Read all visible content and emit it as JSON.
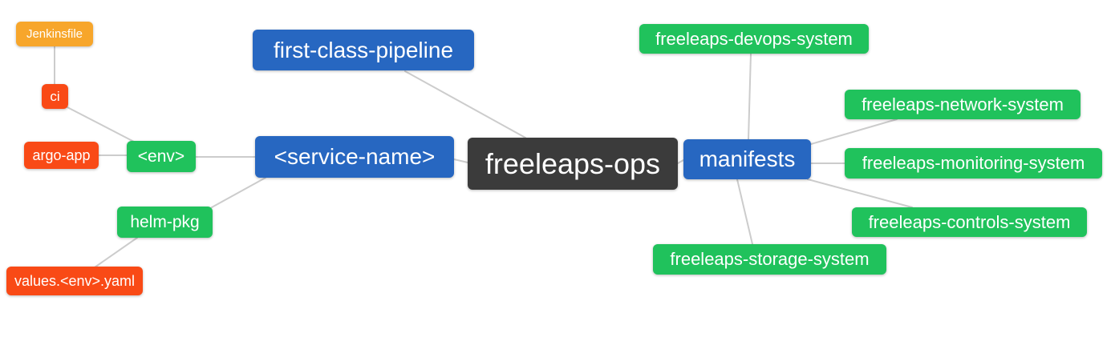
{
  "diagram": {
    "type": "mindmap",
    "root": "freeleaps-ops",
    "edges": [
      {
        "from": "Jenkinsfile",
        "to": "ci"
      },
      {
        "from": "ci",
        "to": "<env>"
      },
      {
        "from": "argo-app",
        "to": "<env>"
      },
      {
        "from": "<env>",
        "to": "<service-name>"
      },
      {
        "from": "helm-pkg",
        "to": "<service-name>"
      },
      {
        "from": "values.<env>.yaml",
        "to": "helm-pkg"
      },
      {
        "from": "first-class-pipeline",
        "to": "freeleaps-ops"
      },
      {
        "from": "<service-name>",
        "to": "freeleaps-ops"
      },
      {
        "from": "freeleaps-ops",
        "to": "manifests"
      },
      {
        "from": "manifests",
        "to": "freeleaps-devops-system"
      },
      {
        "from": "manifests",
        "to": "freeleaps-network-system"
      },
      {
        "from": "manifests",
        "to": "freeleaps-monitoring-system"
      },
      {
        "from": "manifests",
        "to": "freeleaps-controls-system"
      },
      {
        "from": "manifests",
        "to": "freeleaps-storage-system"
      }
    ]
  },
  "palette": {
    "root_dark": "#3B3B3B",
    "branch_blue": "#2767C1",
    "leaf_green": "#20C25C",
    "leaf_red": "#F94A16",
    "leaf_orange": "#F7A62B",
    "edge_gray": "#CCCCCC",
    "text_white": "#FFFFFF"
  },
  "nodes": [
    {
      "id": "jenkinsfile",
      "label": "Jenkinsfile",
      "color": "leaf_orange",
      "level": 4
    },
    {
      "id": "ci",
      "label": "ci",
      "color": "leaf_red",
      "level": 3
    },
    {
      "id": "argo-app",
      "label": "argo-app",
      "color": "leaf_red",
      "level": 3
    },
    {
      "id": "env",
      "label": "<env>",
      "color": "leaf_green",
      "level": 2
    },
    {
      "id": "helm-pkg",
      "label": "helm-pkg",
      "color": "leaf_green",
      "level": 2
    },
    {
      "id": "values-env-yaml",
      "label": "values.<env>.yaml",
      "color": "leaf_red",
      "level": 3
    },
    {
      "id": "first-class-pipeline",
      "label": "first-class-pipeline",
      "color": "branch_blue",
      "level": 1
    },
    {
      "id": "service-name",
      "label": "<service-name>",
      "color": "branch_blue",
      "level": 1
    },
    {
      "id": "freeleaps-ops",
      "label": "freeleaps-ops",
      "color": "root_dark",
      "level": 0
    },
    {
      "id": "manifests",
      "label": "manifests",
      "color": "branch_blue",
      "level": 1
    },
    {
      "id": "freeleaps-devops-system",
      "label": "freeleaps-devops-system",
      "color": "leaf_green",
      "level": 2
    },
    {
      "id": "freeleaps-network-system",
      "label": "freeleaps-network-system",
      "color": "leaf_green",
      "level": 2
    },
    {
      "id": "freeleaps-monitoring-system",
      "label": "freeleaps-monitoring-system",
      "color": "leaf_green",
      "level": 2
    },
    {
      "id": "freeleaps-controls-system",
      "label": "freeleaps-controls-system",
      "color": "leaf_green",
      "level": 2
    },
    {
      "id": "freeleaps-storage-system",
      "label": "freeleaps-storage-system",
      "color": "leaf_green",
      "level": 2
    }
  ]
}
